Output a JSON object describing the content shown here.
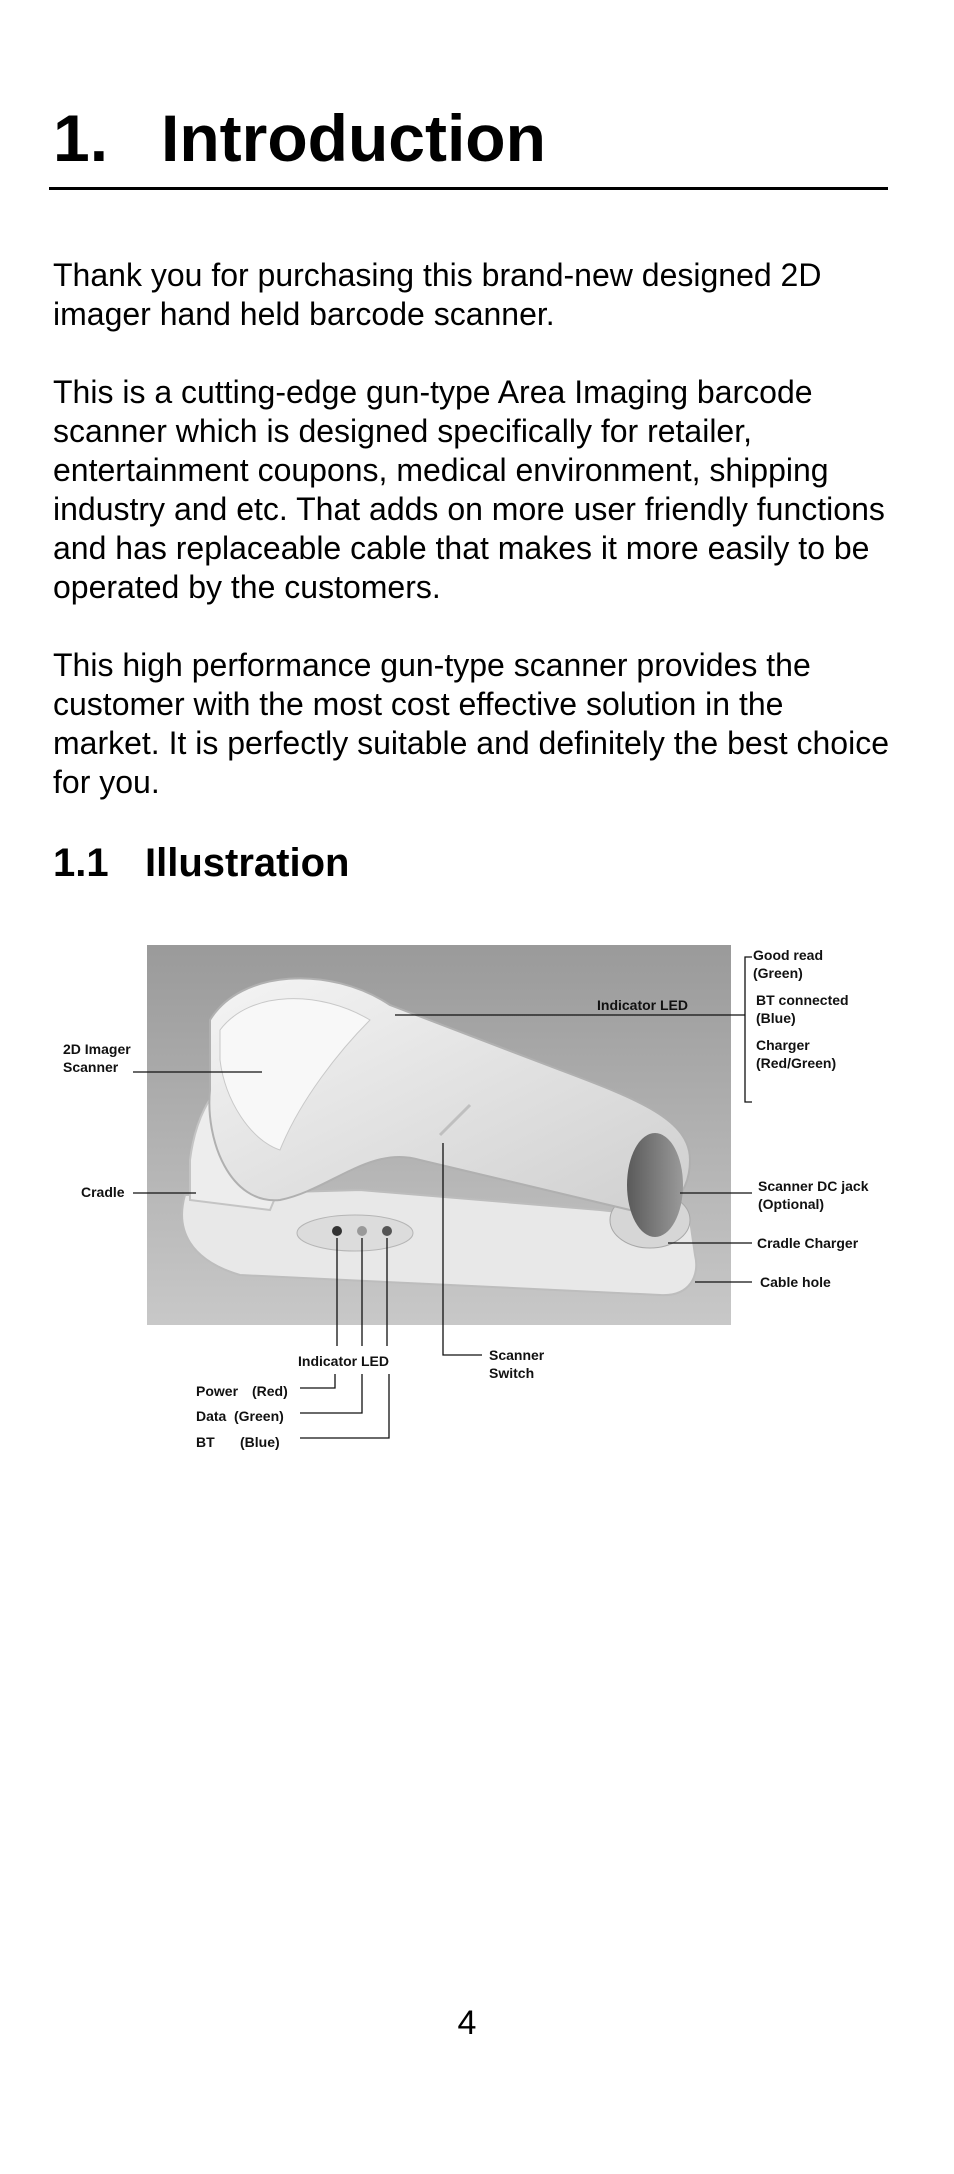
{
  "heading": {
    "number": "1.",
    "title": "Introduction"
  },
  "paragraphs": [
    "Thank you for purchasing this brand-new designed 2D imager hand held barcode scanner.",
    "This is a cutting-edge gun-type Area Imaging barcode scanner which is designed specifically for retailer, entertainment coupons, medical environment, shipping industry and etc.  That adds on more user friendly functions and has replaceable cable that makes it more easily to be operated by the customers.",
    "This high performance gun-type scanner provides the customer with the most cost effective solution in the market. It is perfectly suitable and definitely the best choice for you."
  ],
  "subheading": {
    "number": "1.1",
    "title": "Illustration"
  },
  "figure": {
    "labels": {
      "indicator_led_top": "Indicator LED",
      "good_read": "Good read",
      "good_read_color": "(Green)",
      "bt_connected": "BT connected",
      "bt_connected_color": "(Blue)",
      "charger": "Charger",
      "charger_color": "(Red/Green)",
      "imager_line1": "2D Imager",
      "imager_line2": "Scanner",
      "cradle": "Cradle",
      "dc_jack_line1": "Scanner DC jack",
      "dc_jack_line2": "(Optional)",
      "cradle_charger": "Cradle Charger",
      "cable_hole": "Cable hole",
      "indicator_led_bottom": "Indicator LED",
      "scanner_switch_line1": "Scanner",
      "scanner_switch_line2": "Switch",
      "power": "Power",
      "power_color": "(Red)",
      "data": "Data",
      "data_color": "(Green)",
      "bt": "BT",
      "bt_color": "(Blue)"
    }
  },
  "page_number": "4"
}
